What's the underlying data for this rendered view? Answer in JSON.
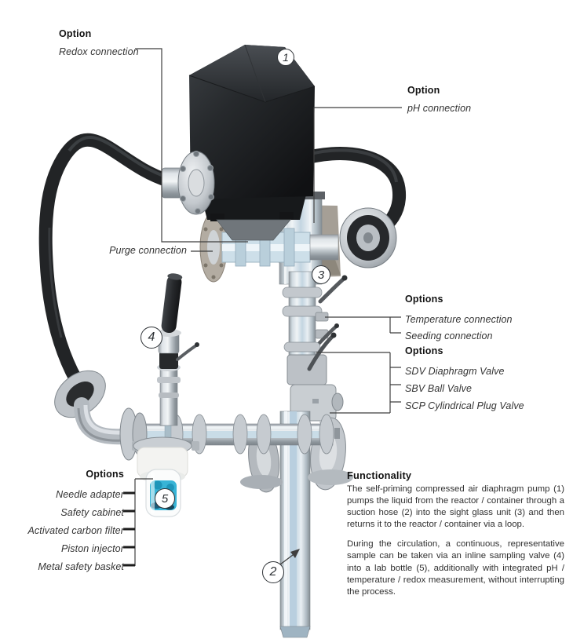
{
  "markers": {
    "pump": "1",
    "suction_hose": "2",
    "sight_glass_unit": "3",
    "sampling_valve": "4",
    "lab_bottle": "5"
  },
  "callouts": {
    "redox": {
      "heading": "Option",
      "label": "Redox connection"
    },
    "ph": {
      "heading": "Option",
      "label": "pH connection"
    },
    "purge": {
      "label": "Purge connection"
    },
    "temp_seed": {
      "heading": "Options",
      "items": [
        "Temperature connection",
        "Seeding connection"
      ]
    },
    "valves": {
      "heading": "Options",
      "items": [
        "SDV Diaphragm Valve",
        "SBV Ball Valve",
        "SCP Cylindrical Plug Valve"
      ]
    },
    "accessories": {
      "heading": "Options",
      "items": [
        "Needle adapter",
        "Safety cabinet",
        "Activated carbon filter",
        "Piston injector",
        "Metal safety basket"
      ]
    }
  },
  "functionality": {
    "heading": "Functionality",
    "paragraphs": [
      "The self-priming compressed air diaphragm pump (1) pumps the liquid from the reactor / container through a suction hose (2) into the sight glass unit (3) and then returns it to the reactor / container via a loop.",
      "During the circulation, a continuous, representative sample can be taken via an inline sampling valve (4) into a lab bottle (5), additionally with integrated pH / temperature / redox measurement, without interrupting the process."
    ]
  },
  "colors": {
    "pump_black": "#1b1d1f",
    "steel": "#c6cbd0",
    "cutaway_blue": "#cfe0ea",
    "sample_liquid": "#38b4d6",
    "leader_line": "#3f3f3f"
  }
}
